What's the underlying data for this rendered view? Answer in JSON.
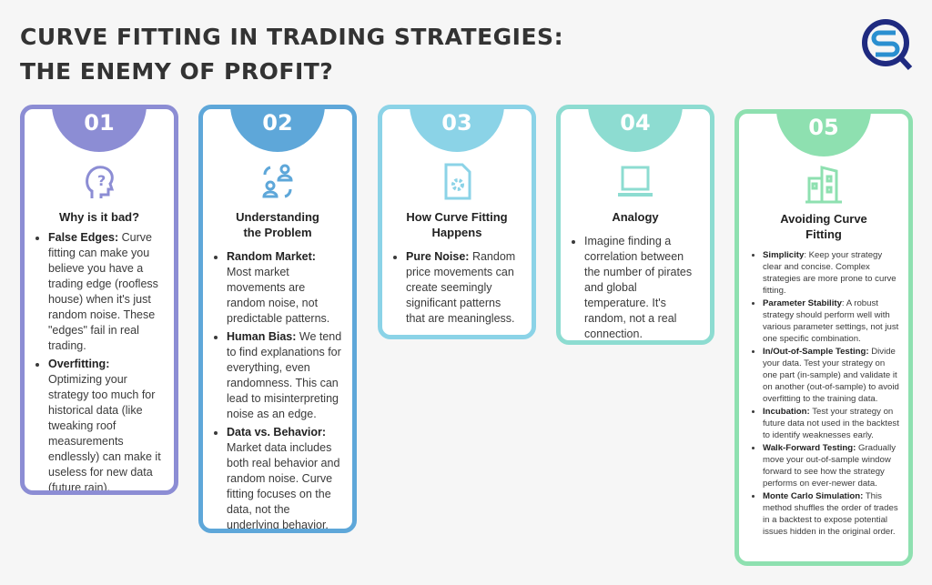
{
  "header": {
    "title_line1": "CURVE FITTING IN TRADING STRATEGIES:",
    "title_line2": "THE ENEMY OF PROFIT?",
    "logo_text": "SQ"
  },
  "colors": {
    "c1": "#8c8dd4",
    "c2": "#5ea7d9",
    "c3": "#8bd3e7",
    "c4": "#8ddcd1",
    "c5": "#8ee0b0",
    "bg": "#f6f6f6"
  },
  "cards": [
    {
      "number": "01",
      "icon": "head-question-icon",
      "title": "Why is it bad?",
      "items": [
        {
          "term": "False Edges:",
          "text": " Curve fitting can make you believe you have a trading edge (roofless house) when it's just random noise. These \"edges\" fail in real trading."
        },
        {
          "term": "Overfitting:",
          "text": " Optimizing your strategy too much for historical data (like tweaking roof measurements endlessly) can make it useless for new data (future rain)."
        }
      ]
    },
    {
      "number": "02",
      "icon": "people-exchange-icon",
      "title": "Understanding the Problem",
      "items": [
        {
          "term": "Random Market:",
          "text": " Most market movements are random noise, not predictable patterns."
        },
        {
          "term": "Human Bias:",
          "text": " We tend to find explanations for everything, even randomness. This can lead to misinterpreting noise as an edge."
        },
        {
          "term": "Data vs. Behavior:",
          "text": " Market data includes both real behavior and random noise. Curve fitting focuses on the data, not the underlying behavior."
        }
      ]
    },
    {
      "number": "03",
      "icon": "document-gear-icon",
      "title": "How Curve Fitting Happens",
      "items": [
        {
          "term": "Pure Noise:",
          "text": " Random price movements can create seemingly significant patterns that are meaningless."
        }
      ]
    },
    {
      "number": "04",
      "icon": "laptop-icon",
      "title": "Analogy",
      "items": [
        {
          "term": "",
          "text": "Imagine finding a correlation between the number of pirates and global temperature. It's random, not a real connection."
        }
      ]
    },
    {
      "number": "05",
      "icon": "buildings-icon",
      "title": "Avoiding Curve Fitting",
      "items": [
        {
          "term": "Simplicity",
          "text": ": Keep your strategy clear and concise. Complex strategies are more prone to curve fitting."
        },
        {
          "term": "Parameter Stability",
          "text": ": A robust strategy should perform well with various parameter settings, not just one specific combination."
        },
        {
          "term": "In/Out-of-Sample Testing:",
          "text": " Divide your data. Test your strategy on one part (in-sample) and validate it on another (out-of-sample) to avoid overfitting to the training data."
        },
        {
          "term": "Incubation:",
          "text": " Test your strategy on future data not used in the backtest to identify weaknesses early."
        },
        {
          "term": "Walk-Forward Testing:",
          "text": " Gradually move your out-of-sample window forward to see how the strategy performs on ever-newer data."
        },
        {
          "term": "Monte Carlo Simulation:",
          "text": " This method shuffles the order of trades in a backtest to expose potential issues hidden in the original order."
        }
      ]
    }
  ]
}
